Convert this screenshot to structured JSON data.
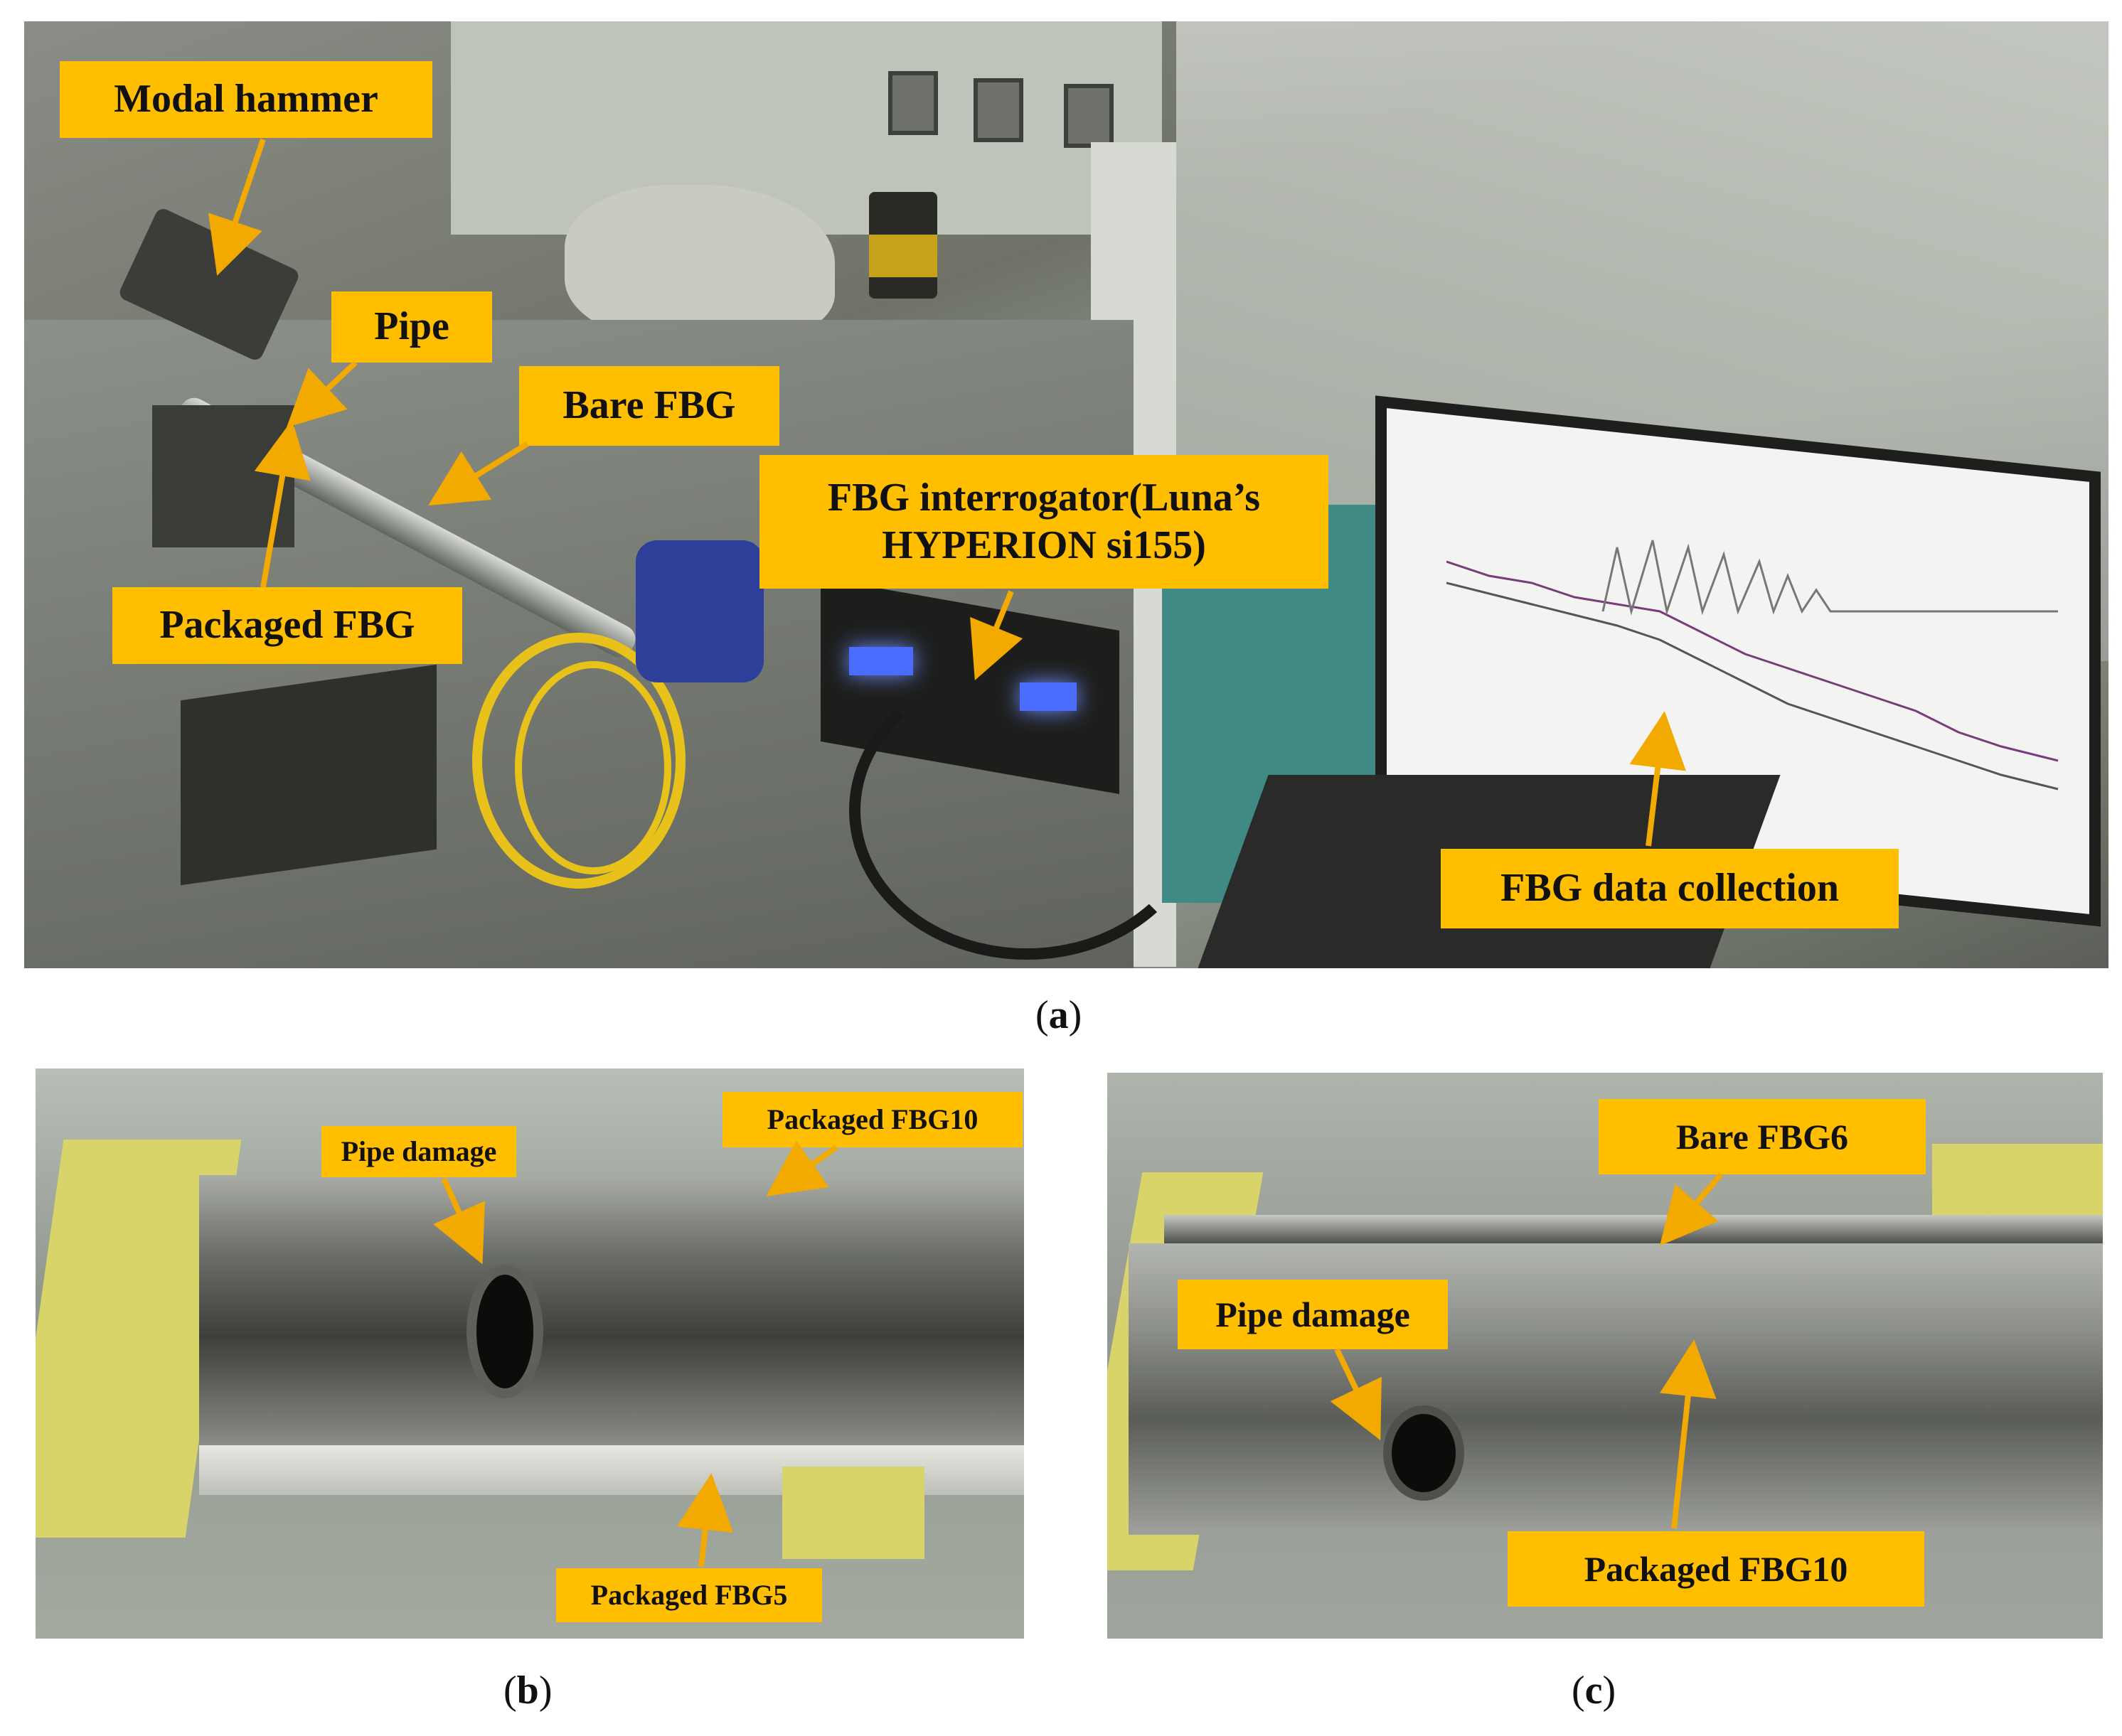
{
  "figure": {
    "panel_a": {
      "labels": {
        "modal_hammer": "Modal hammer",
        "pipe": "Pipe",
        "bare_fbg": "Bare FBG",
        "packaged_fbg": "Packaged FBG",
        "interrogator": "FBG interrogator(Luna’s\nHYPERION si155)",
        "data_collection": "FBG data collection"
      },
      "caption_letter": "a"
    },
    "panel_b": {
      "labels": {
        "pipe_damage": "Pipe damage",
        "packaged_fbg10": "Packaged FBG10",
        "packaged_fbg5": "Packaged FBG5"
      },
      "caption_letter": "b"
    },
    "panel_c": {
      "labels": {
        "bare_fbg6": "Bare FBG6",
        "pipe_damage": "Pipe damage",
        "packaged_fbg10": "Packaged FBG10"
      },
      "caption_letter": "c"
    }
  },
  "colors": {
    "callout_fill": "#ffbf00",
    "arrow": "#f2a900",
    "fiber_yellow": "#e8c21a",
    "tape_yellow": "#d9d46a"
  }
}
